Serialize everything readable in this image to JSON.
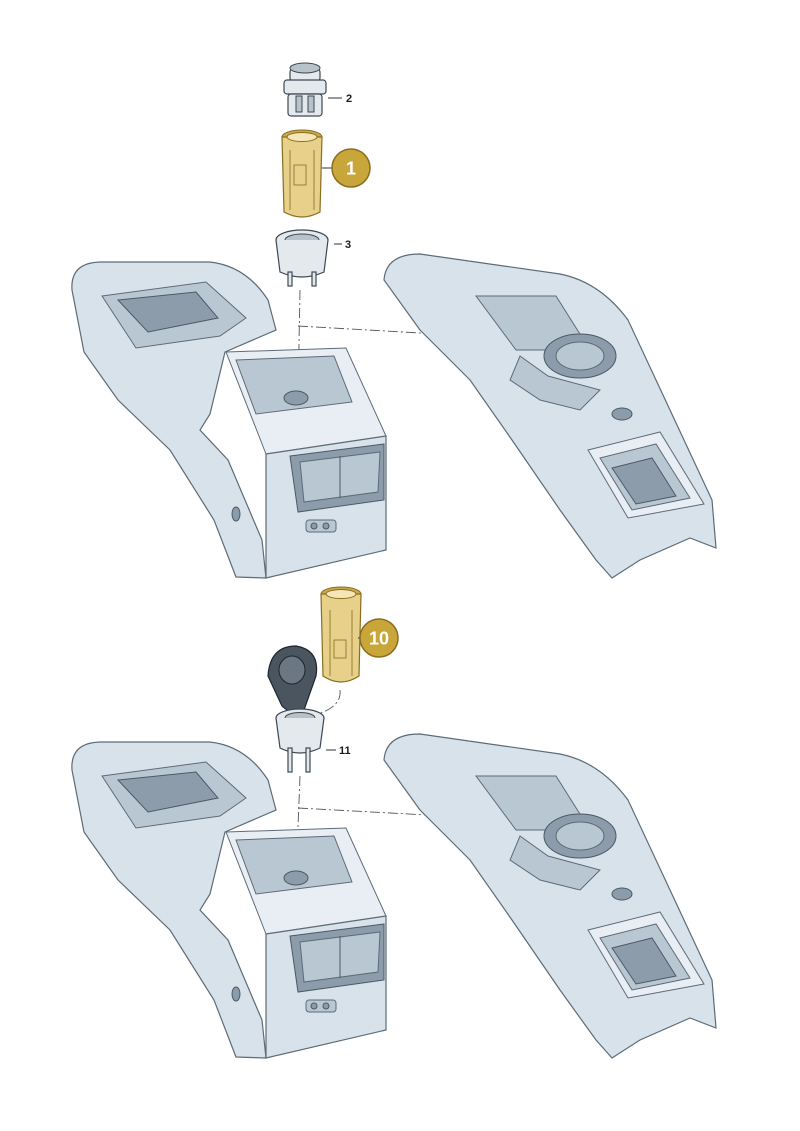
{
  "callouts": {
    "c2": "2",
    "c1": "1",
    "c3": "3",
    "c10": "10",
    "c11": "11"
  },
  "colors": {
    "badge_fill": "#c9a63a",
    "highlight_part": "#e6d08a",
    "console": "#d8e2ea"
  }
}
